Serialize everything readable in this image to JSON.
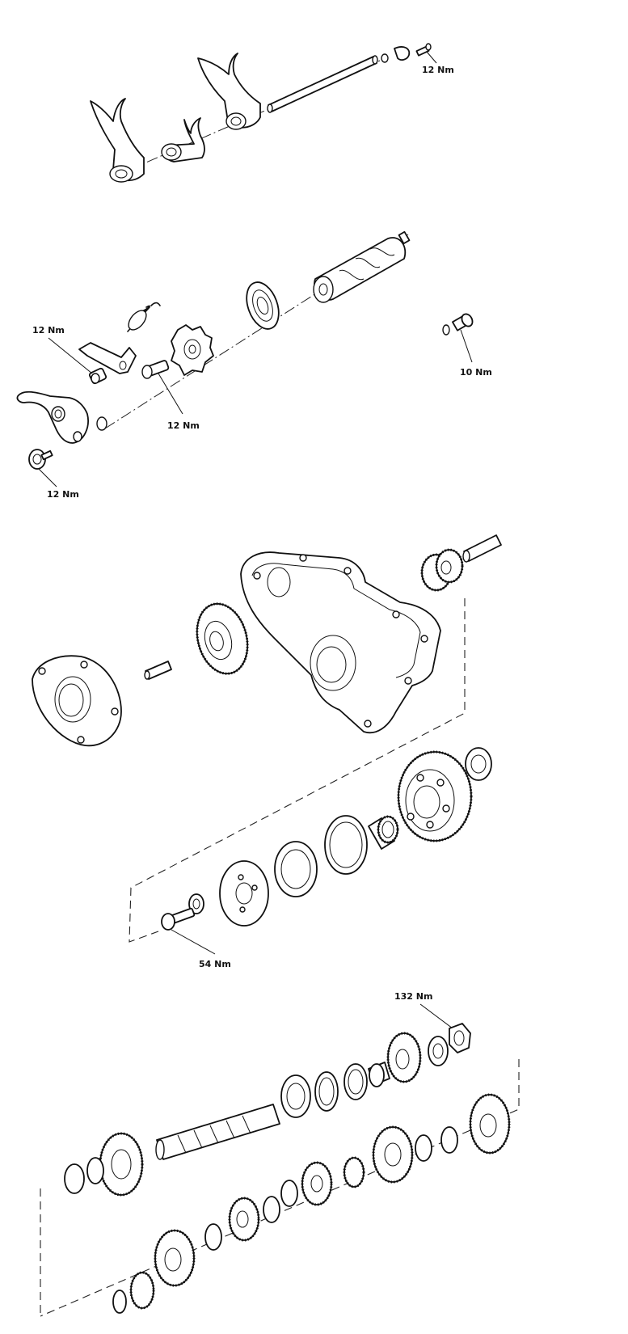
{
  "torque_labels": {
    "shift_fork_screw": "12 Nm",
    "detent_lever_screw": "12 Nm",
    "stopper_plate_screw": "12 Nm",
    "selector_lever_screw": "12 Nm",
    "neutral_switch": "10 Nm",
    "starter_clutch_bolt": "54 Nm",
    "mainshaft_nut": "132 Nm"
  }
}
